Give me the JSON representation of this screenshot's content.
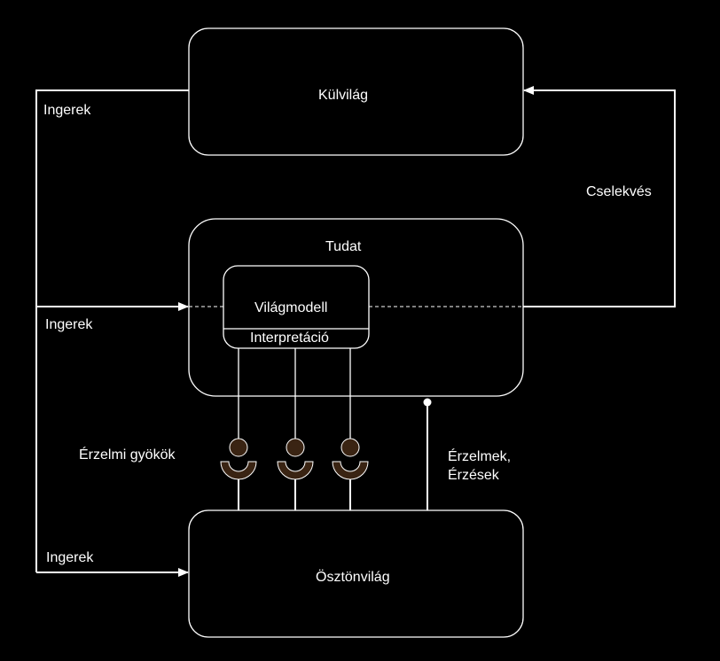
{
  "diagram": {
    "boxes": {
      "kulvilag": "Külvilág",
      "tudat": "Tudat",
      "vilagmodell": "Világmodell",
      "interpretacio": "Interpretáció",
      "osztonvilag": "Ösztönvilág"
    },
    "labels": {
      "ingerek_top": "Ingerek",
      "ingerek_middle": "Ingerek",
      "ingerek_bottom": "Ingerek",
      "cselekves": "Cselekvés",
      "erzelmi_gyokok": "Érzelmi gyökök",
      "erzelmek_line1": "Érzelmek,",
      "erzelmek_line2": "Érzések"
    },
    "colors": {
      "background": "#000000",
      "stroke": "#ffffff",
      "socket_fill": "#3a2413"
    }
  }
}
